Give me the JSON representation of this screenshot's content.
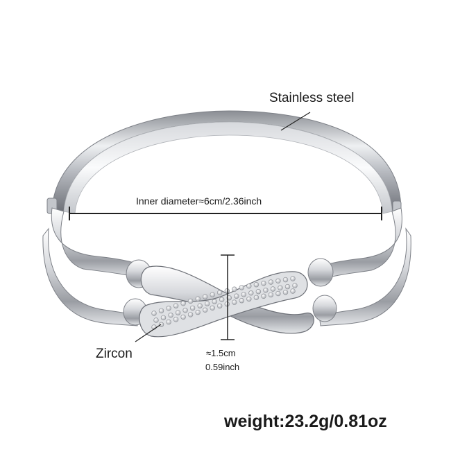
{
  "labels": {
    "material": "Stainless steel",
    "inner_diameter": "Inner diameter≈6cm/2.36inch",
    "stone": "Zircon",
    "width_cm": "≈1.5cm",
    "width_inch": "0.59inch",
    "weight": "weight:23.2g/0.81oz"
  },
  "colors": {
    "background": "#ffffff",
    "metal_light": "#f4f5f7",
    "metal_mid": "#c9cbd0",
    "metal_dark": "#7d8087",
    "line": "#222222"
  }
}
